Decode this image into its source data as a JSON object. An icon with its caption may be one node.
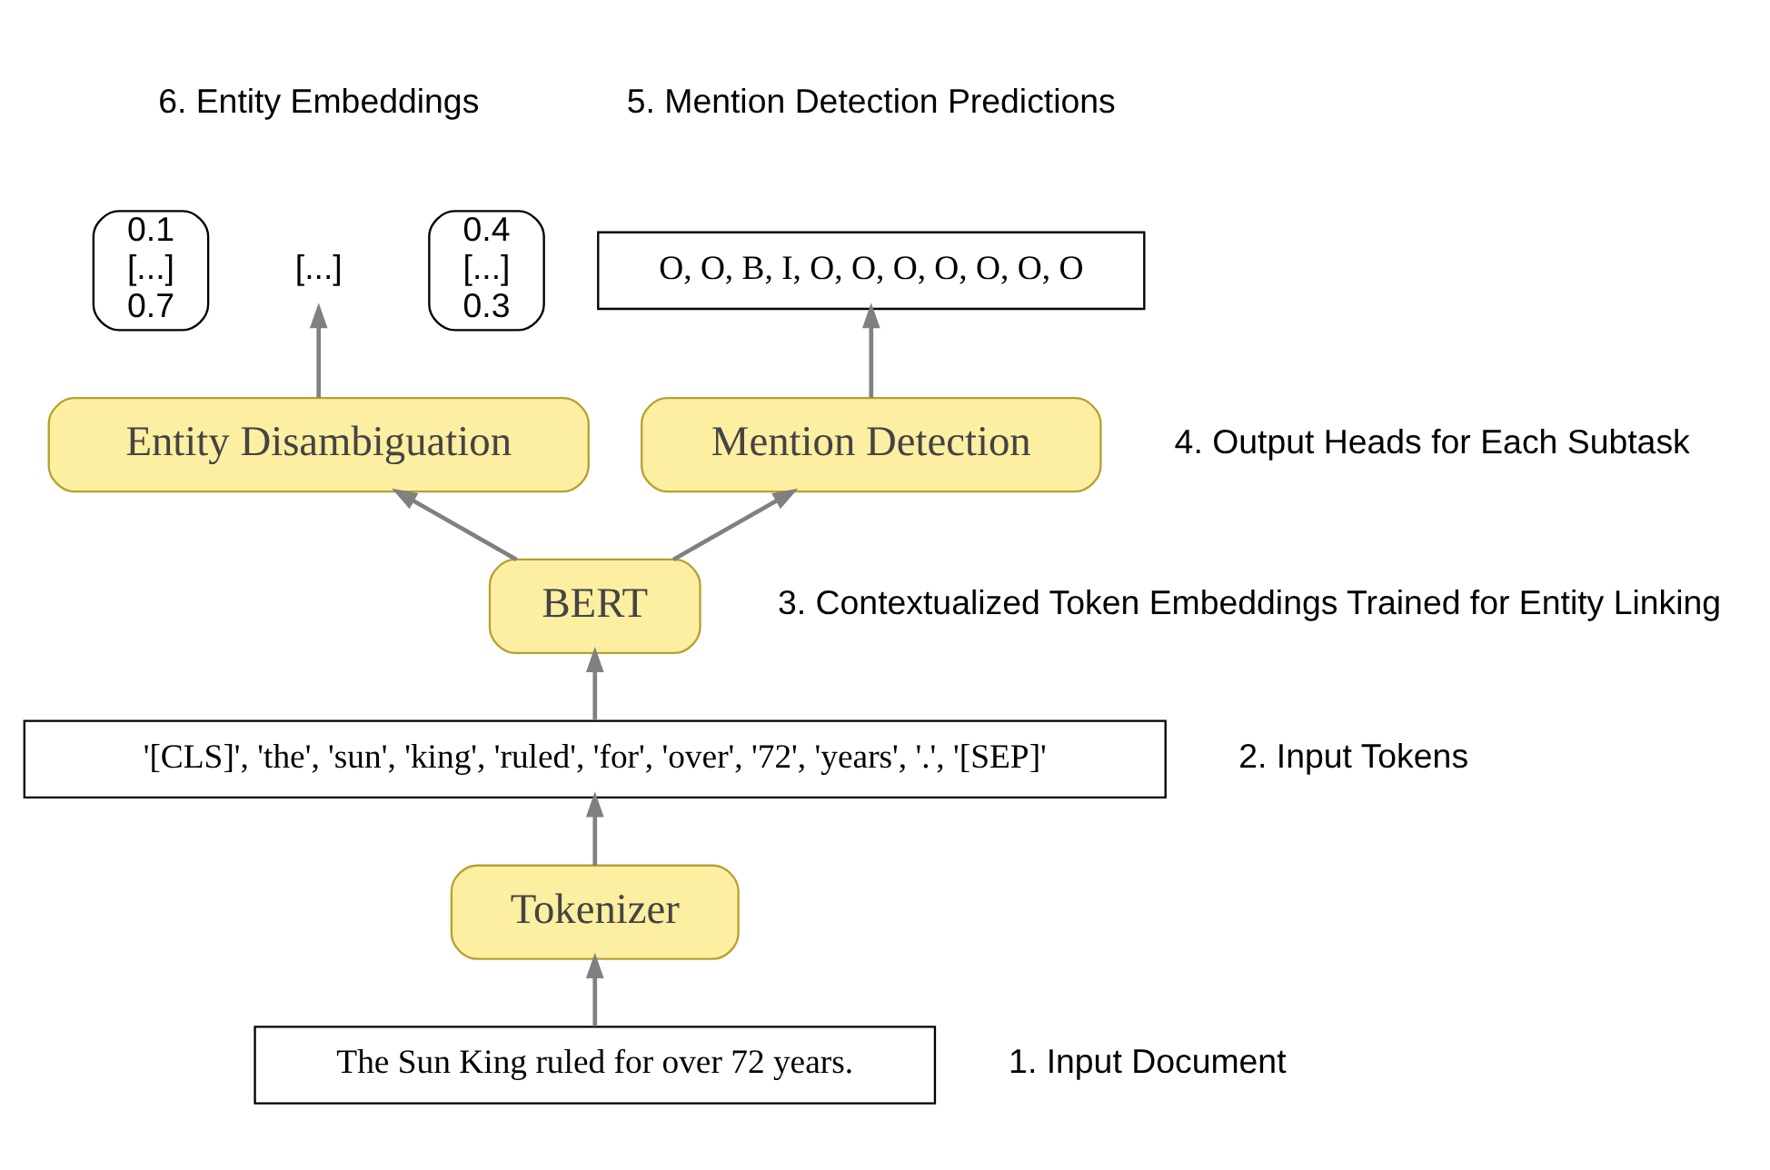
{
  "diagram": {
    "nodes": [
      {
        "text": [
          "The Sun King ruled for over 72 years."
        ]
      },
      {
        "text": [
          "Tokenizer"
        ]
      },
      {
        "text": [
          "'[CLS]', 'the', 'sun', 'king', 'ruled', 'for', 'over', '72', 'years', '.', '[SEP]'"
        ]
      },
      {
        "text": [
          "BERT"
        ]
      },
      {
        "text": [
          "Mention Detection"
        ]
      },
      {
        "text": [
          "Entity Disambiguation"
        ]
      },
      {
        "text": [
          "O, O, B, I, O, O, O, O, O, O, O"
        ]
      },
      {
        "text": [
          "0.1",
          "[...]",
          "0.7"
        ]
      },
      {
        "text": [
          "[...]"
        ]
      },
      {
        "text": [
          "0.4",
          "[...]",
          "0.3"
        ]
      }
    ],
    "edges": [
      {
        "from": 0,
        "to": 1,
        "arrow": "to"
      },
      {
        "from": 1,
        "to": 2,
        "arrow": "to"
      },
      {
        "from": 2,
        "to": 3,
        "arrow": "to"
      },
      {
        "from": 3,
        "to": 4,
        "arrow": "to"
      },
      {
        "from": 3,
        "to": 5,
        "arrow": "to"
      },
      {
        "from": 4,
        "to": 6,
        "arrow": "to"
      },
      {
        "from": 5,
        "to": 8,
        "arrow": "to"
      }
    ],
    "labels": [
      "5. Mention Detection Predictions",
      "6. Entity Embeddings",
      "4. Output Heads for Each Subtask",
      "3. Contextualized Token Embeddings Trained for Entity Linking",
      "2. Input Tokens",
      "1. Input Document"
    ]
  }
}
